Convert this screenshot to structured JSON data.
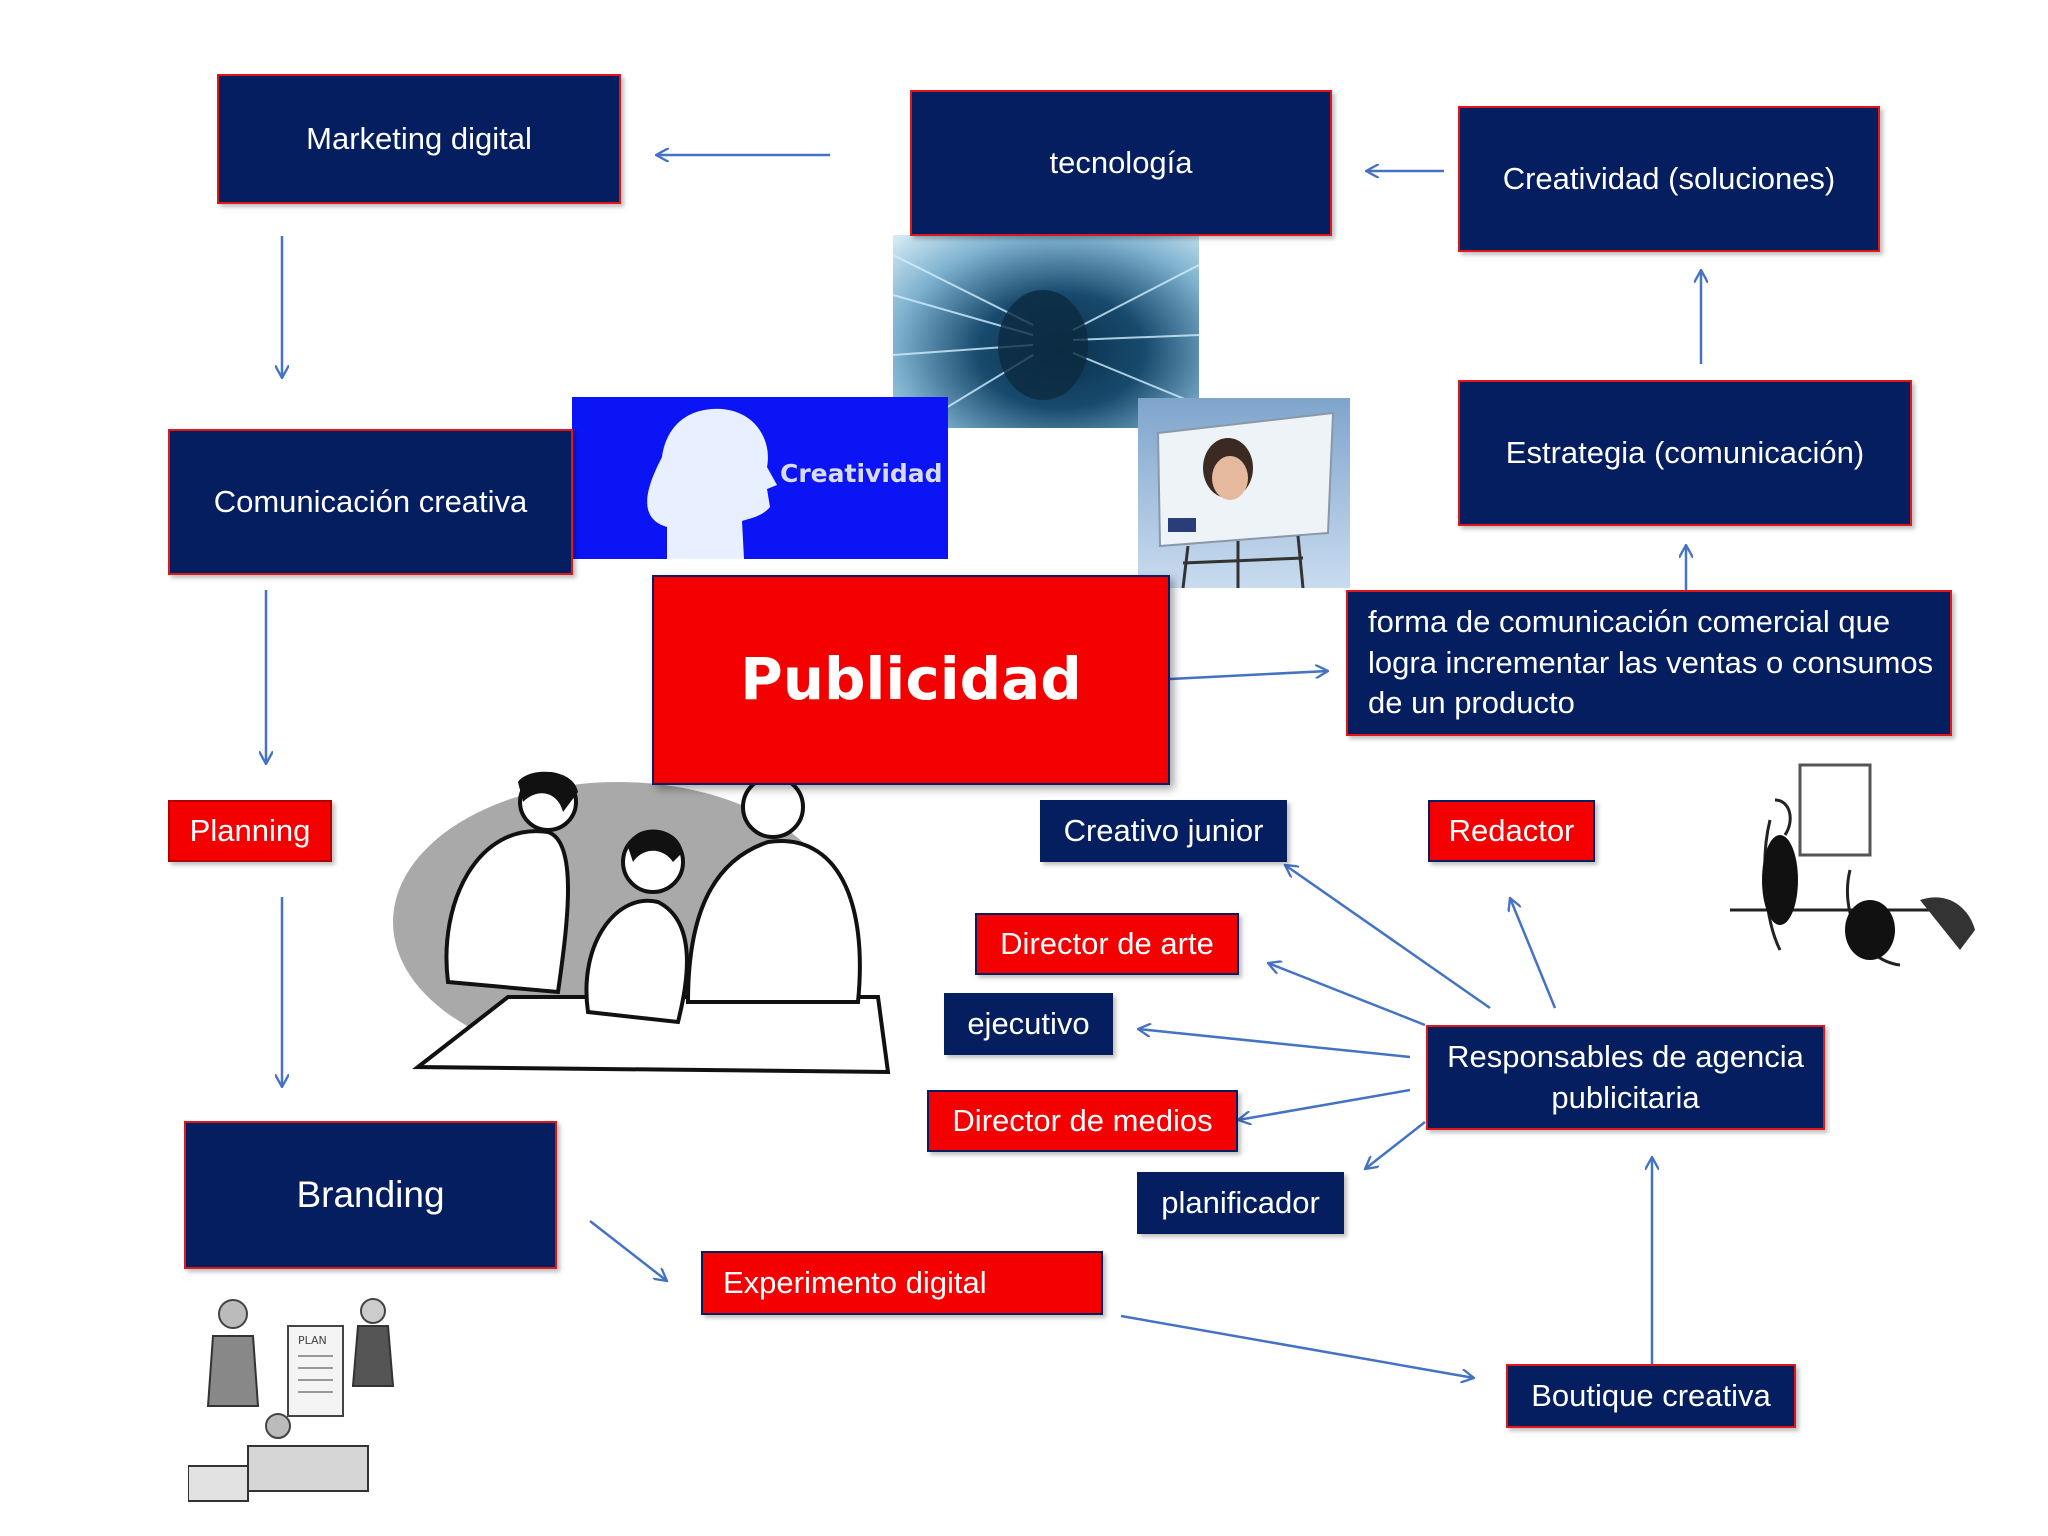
{
  "colors": {
    "navy": "#041e5f",
    "red": "#f40000",
    "arrow": "#4472c4",
    "border": "#e0161b"
  },
  "central": {
    "label": "Publicidad"
  },
  "nodes": {
    "marketing_digital": "Marketing digital",
    "tecnologia": "tecnología",
    "creatividad_soluciones": "Creatividad (soluciones)",
    "comunicacion_creativa": "Comunicación creativa",
    "estrategia": "Estrategia (comunicación)",
    "definicion": "forma de comunicación comercial que logra incrementar las ventas o consumos de un producto",
    "planning": "Planning",
    "branding": "Branding",
    "experimento_digital": "Experimento digital",
    "boutique_creativa": "Boutique creativa",
    "responsables": "Responsables de agencia publicitaria",
    "creativo_junior": "Creativo junior",
    "redactor": "Redactor",
    "director_arte": "Director de arte",
    "ejecutivo": "ejecutivo",
    "director_medios": "Director de medios",
    "planificador": "planificador"
  },
  "images": {
    "creatividad_text": "Creatividad"
  }
}
